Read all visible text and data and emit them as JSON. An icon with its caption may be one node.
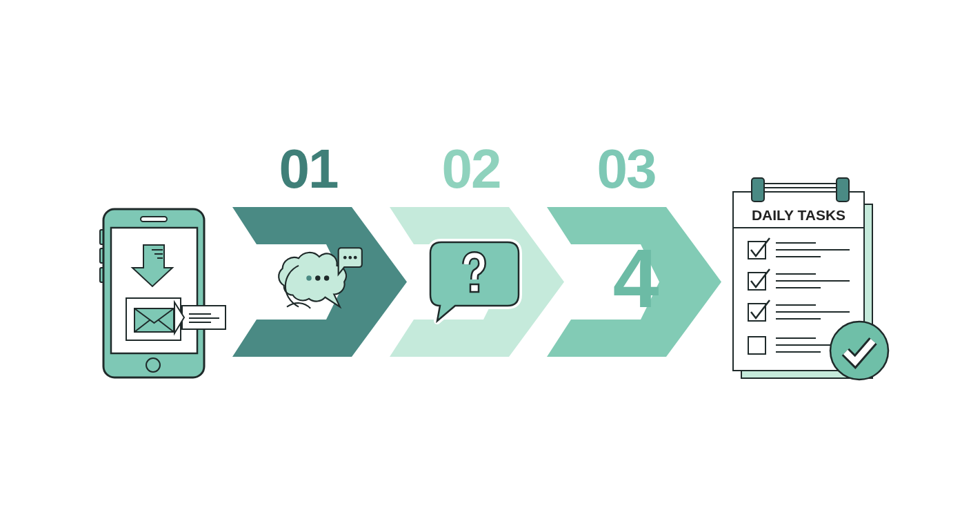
{
  "diagram": {
    "nodes": [
      {
        "text": [],
        "shape": "picture"
      },
      {
        "text": [
          "01"
        ]
      },
      {
        "text": [
          "02"
        ]
      },
      {
        "text": [
          "03",
          "4"
        ]
      },
      {
        "text": [
          "DAILY TASKS"
        ]
      }
    ]
  }
}
